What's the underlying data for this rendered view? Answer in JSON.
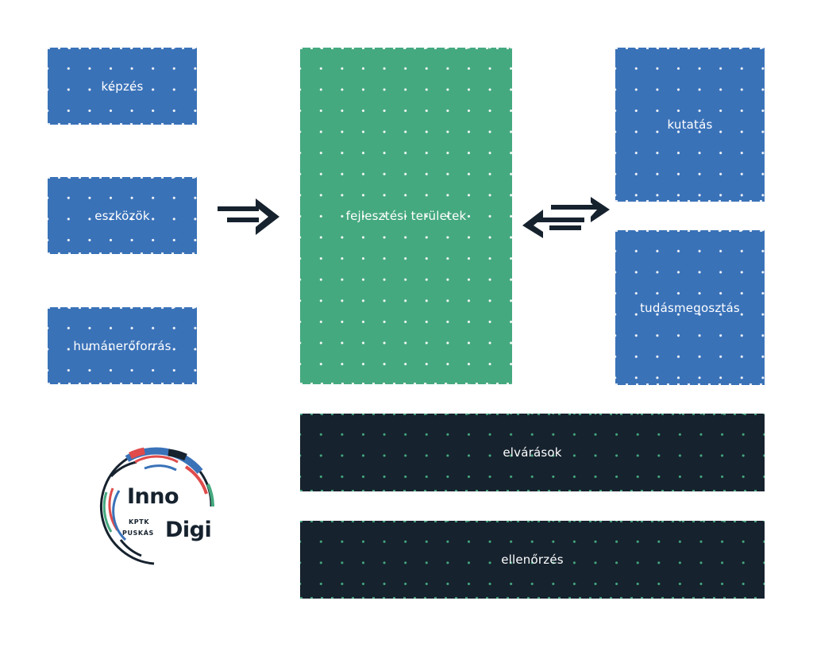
{
  "left_boxes": [
    {
      "label": "képzés"
    },
    {
      "label": "eszközök"
    },
    {
      "label": "humánerőforrás"
    }
  ],
  "center_box": {
    "label": "fejlesztési területek"
  },
  "right_boxes": [
    {
      "label": "kutatás"
    },
    {
      "label": "tudásmegosztás"
    }
  ],
  "bottom_bars": [
    {
      "label": "elvárások"
    },
    {
      "label": "ellenőrzés"
    }
  ],
  "logo": {
    "line1": "Inno",
    "line2": "Digi",
    "small1": "KPTK",
    "small2": "PUSKÁS"
  },
  "colors": {
    "blue": "#3a72b8",
    "green": "#45a97f",
    "dark": "#16222e",
    "red": "#e04b4b"
  }
}
